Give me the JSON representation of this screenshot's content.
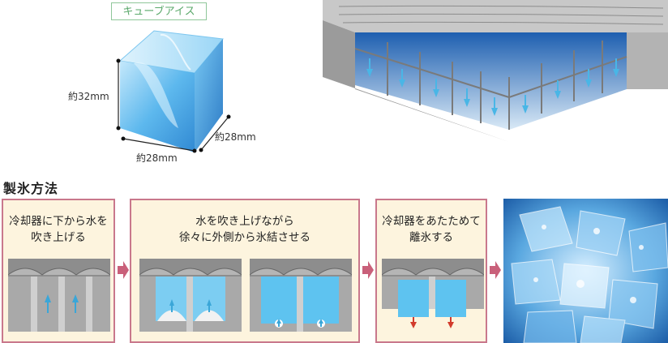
{
  "cube": {
    "label": "キューブアイス",
    "height_dim": "約32mm",
    "width_dim": "約28mm",
    "depth_dim": "約28mm"
  },
  "section": {
    "title": "製氷方法"
  },
  "steps": [
    {
      "line1": "冷却器に下から水を",
      "line2": "吹き上げる"
    },
    {
      "line1": "水を吹き上げながら",
      "line2": "徐々に外側から氷結させる"
    },
    {
      "line1": "冷却器をあたためて",
      "line2": "離氷する"
    }
  ],
  "colors": {
    "step_border": "#c9788c",
    "step_bg": "#fdf4de",
    "arrow": "#c9607a",
    "water_arrow": "#3aa6d8",
    "release_arrow": "#d23b2c",
    "ice": "#5fb8ec"
  }
}
